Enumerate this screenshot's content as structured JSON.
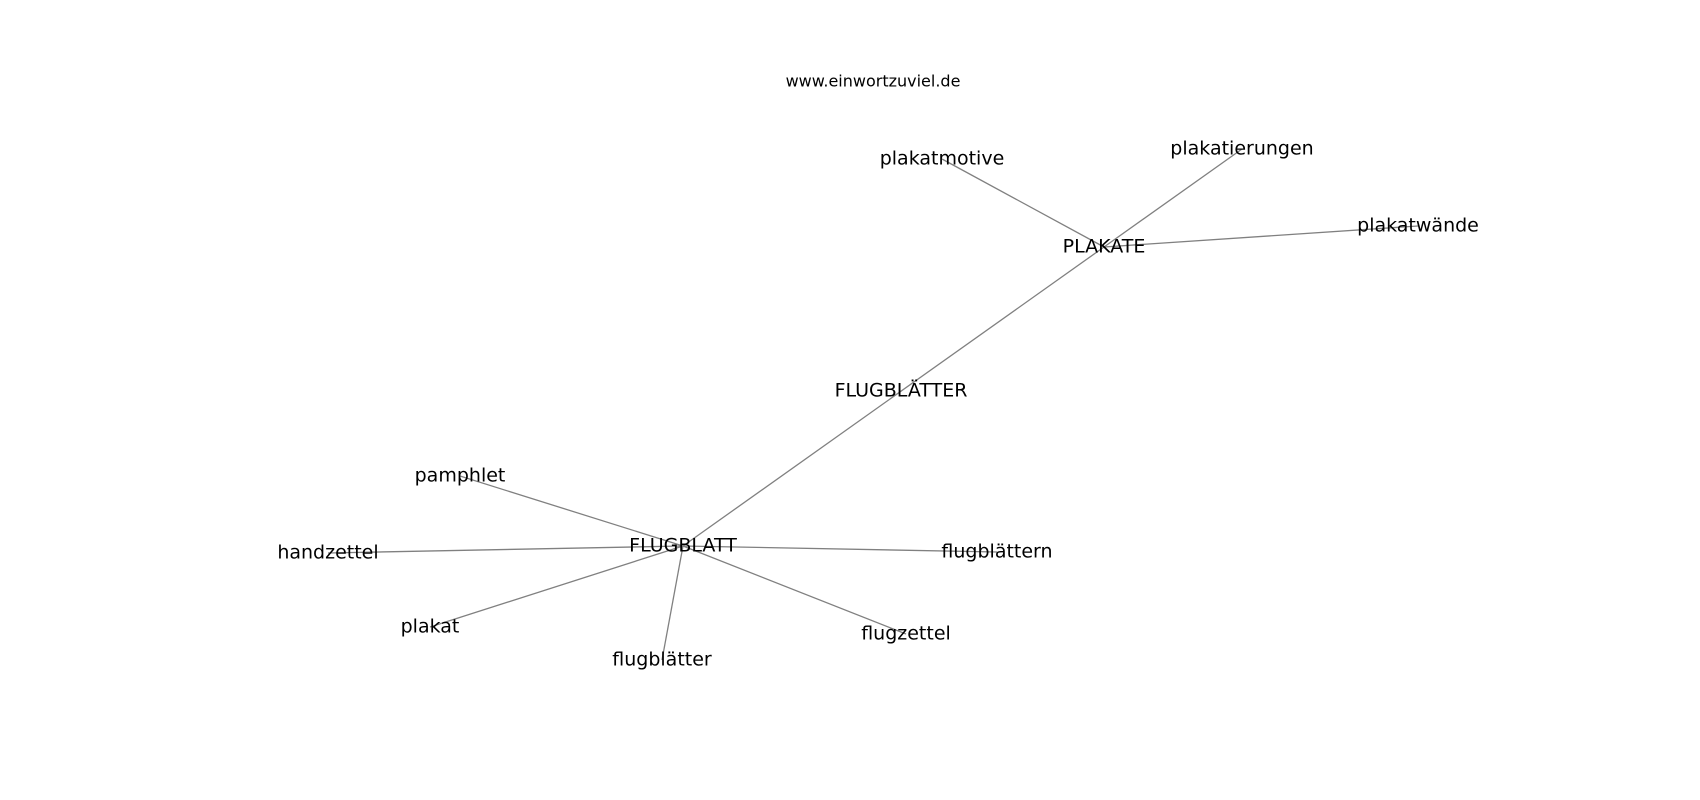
{
  "header": {
    "site_label": "www.einwortzuviel.de"
  },
  "graph": {
    "nodes": [
      {
        "id": "FLUGBLATT",
        "label": "FLUGBLATT"
      },
      {
        "id": "FLUGBLÄTTER",
        "label": "FLUGBLÄTTER"
      },
      {
        "id": "PLAKATE",
        "label": "PLAKATE"
      },
      {
        "id": "plakatmotive",
        "label": "plakatmotive"
      },
      {
        "id": "plakatierungen",
        "label": "plakatierungen"
      },
      {
        "id": "plakatwände",
        "label": "plakatwände"
      },
      {
        "id": "pamphlet",
        "label": "pamphlet"
      },
      {
        "id": "handzettel",
        "label": "handzettel"
      },
      {
        "id": "plakat",
        "label": "plakat"
      },
      {
        "id": "flugblätter",
        "label": "flugblätter"
      },
      {
        "id": "flugzettel",
        "label": "flugzettel"
      },
      {
        "id": "flugblättern",
        "label": "flugblättern"
      }
    ],
    "edges": [
      [
        "FLUGBLATT",
        "PLAKATE"
      ],
      [
        "PLAKATE",
        "plakatmotive"
      ],
      [
        "PLAKATE",
        "plakatierungen"
      ],
      [
        "PLAKATE",
        "plakatwände"
      ],
      [
        "FLUGBLATT",
        "pamphlet"
      ],
      [
        "FLUGBLATT",
        "handzettel"
      ],
      [
        "FLUGBLATT",
        "plakat"
      ],
      [
        "FLUGBLATT",
        "flugblätter"
      ],
      [
        "FLUGBLATT",
        "flugzettel"
      ],
      [
        "FLUGBLATT",
        "flugblättern"
      ]
    ],
    "colors": {
      "edge": "#808080",
      "text": "#000000",
      "background": "#ffffff"
    }
  }
}
